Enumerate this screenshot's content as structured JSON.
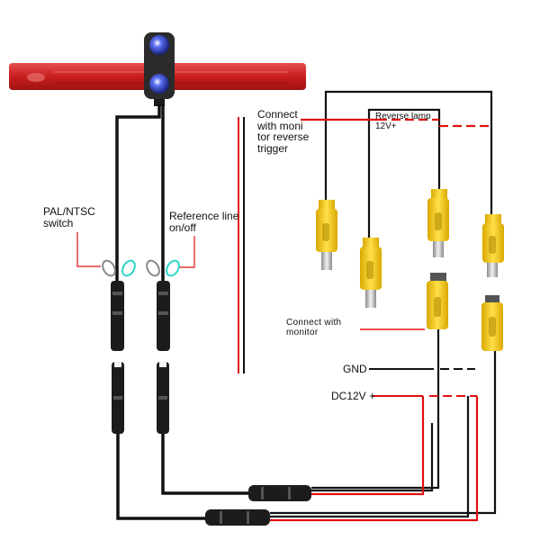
{
  "labels": {
    "pal_ntsc": [
      "PAL/NTSC",
      "switch"
    ],
    "reference_line": [
      "Reference line",
      "on/off"
    ],
    "connect_monitor_trigger": [
      "Connect",
      "with moni",
      "tor reverse",
      "trigger"
    ],
    "reverse_lamp": [
      "Reverse lamp",
      "12V+"
    ],
    "connect_with_monitor": [
      "Connect with",
      "monitor"
    ],
    "gnd": "GND",
    "dc12v": "DC12V +"
  },
  "colors": {
    "brake_light": "#d42a2a",
    "camera_body": "#2b2b2b",
    "lens": "#3a4fd8",
    "cable": "#111111",
    "power_wire": "#e01010",
    "rca_plug": "#f2cc1a",
    "loop_wire": "#2bd6c8"
  },
  "icons": {
    "camera": "dual-lens-camera-icon",
    "plug": "rca-plug-icon",
    "connector": "aviation-connector-icon"
  }
}
